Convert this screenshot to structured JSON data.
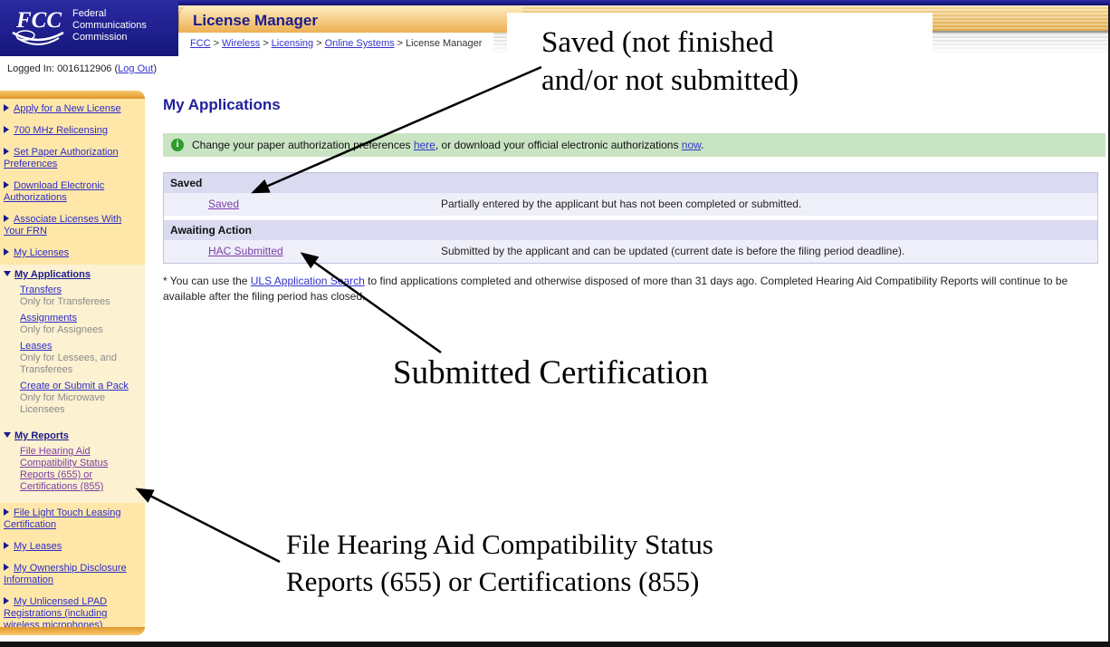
{
  "header": {
    "logo_text": "FCC",
    "org_lines": [
      "Federal",
      "Communications",
      "Commission"
    ],
    "app_title": "License Manager",
    "breadcrumb": {
      "separator": ">",
      "links": [
        "FCC",
        "Wireless",
        "Licensing",
        "Online Systems"
      ],
      "current": "License Manager"
    },
    "logged_in": {
      "label": "Logged In: ",
      "frn": "0016112906",
      "open": "(",
      "logout": "Log Out",
      "close": ")"
    }
  },
  "sidebar": {
    "items": [
      {
        "label": "Apply for a New License"
      },
      {
        "label": "700 MHz Relicensing"
      },
      {
        "label": "Set Paper Authorization Preferences"
      },
      {
        "label": "Download Electronic Authorizations"
      },
      {
        "label": "Associate Licenses With Your FRN"
      },
      {
        "label": "My Licenses"
      },
      {
        "label": "My Applications",
        "expanded": true,
        "children": [
          {
            "label": "Transfers",
            "note": "Only for Transferees"
          },
          {
            "label": "Assignments",
            "note": "Only for Assignees"
          },
          {
            "label": "Leases",
            "note": "Only for Lessees, and Transferees"
          },
          {
            "label": "Create or Submit a Pack",
            "note": "Only for Microwave Licensees"
          }
        ]
      },
      {
        "label": "My Reports",
        "expanded": true,
        "children": [
          {
            "label": "File Hearing Aid Compatibility Status Reports (655) or Certifications (855)"
          }
        ]
      },
      {
        "label": "File Light Touch Leasing Certification"
      },
      {
        "label": "My Leases"
      },
      {
        "label": "My Ownership Disclosure Information"
      },
      {
        "label": "My Unlicensed LPAD Registrations (including wireless microphones)"
      }
    ]
  },
  "main": {
    "title": "My Applications",
    "info_bar": {
      "icon": "info-icon",
      "icon_glyph": "i",
      "text_before": "Change your paper authorization preferences ",
      "link1": "here",
      "text_middle": ", or download your official electronic authorizations ",
      "link2": "now",
      "text_after": "."
    },
    "sections": [
      {
        "header": "Saved",
        "link": "Saved",
        "description": "Partially entered by the applicant but has not been completed or submitted."
      },
      {
        "header": "Awaiting Action",
        "link": "HAC Submitted",
        "description": "Submitted by the applicant and can be updated (current date is before the filing period deadline)."
      }
    ],
    "footnote": {
      "text_before": "* You can use the ",
      "link": "ULS Application Search",
      "text_after": " to find applications completed and otherwise disposed of more than 31 days ago. Completed Hearing Aid Compatibility Reports will continue to be available after the filing period has closed."
    }
  },
  "annotations": {
    "callout1": {
      "lines": [
        "Saved (not finished",
        "and/or not submitted)"
      ]
    },
    "callout2": {
      "text": "Submitted Certification"
    },
    "callout3": {
      "lines": [
        "File Hearing Aid Compatibility Status",
        "Reports (655) or Certifications (855)"
      ]
    }
  },
  "colors": {
    "navy": "#1b1b8c",
    "gold": "#f0bc5e",
    "sidebar_bg": "#ffe7a9",
    "sidebar_expanded_bg": "#fcf1d1",
    "link_blue": "#3333cc",
    "link_visited": "#7b3fa5",
    "info_green_bg": "#c9e4c3",
    "info_icon_green": "#2e9b2e",
    "table_header": "#dadaf0",
    "table_row": "#efeffa",
    "arrow": "#000000"
  }
}
